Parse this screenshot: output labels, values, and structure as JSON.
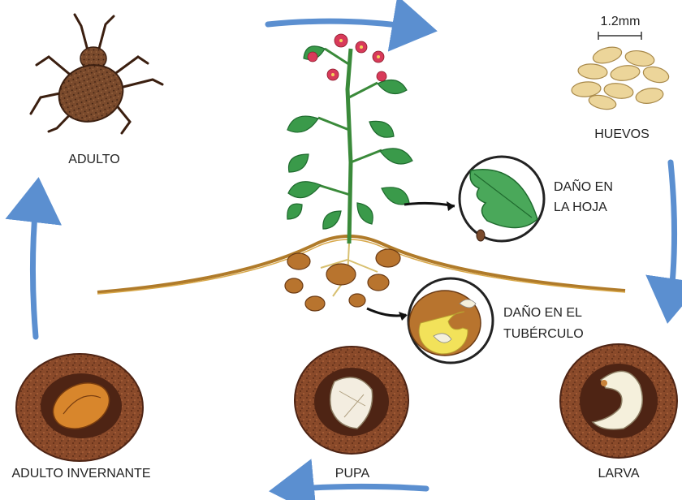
{
  "labels": {
    "adult": "ADULTO",
    "eggs": "HUEVOS",
    "egg_scale": "1.2mm",
    "leaf_damage_line1": "DAÑO EN",
    "leaf_damage_line2": "LA HOJA",
    "tuber_damage_line1": "DAÑO EN EL",
    "tuber_damage_line2": "TUBÉRCULO",
    "larva": "LARVA",
    "pupa": "PUPA",
    "overwintering_adult": "ADULTO INVERNANTE"
  },
  "colors": {
    "cycle_arrow": "#5b8fd0",
    "soil_line": "#b07b2a",
    "soil_ball": "#8a4a2a",
    "soil_ball_dark": "#4e2414",
    "beetle": "#7a4a2c",
    "beetle_dark": "#3b1f10",
    "leaf": "#3a9a4a",
    "leaf_dark": "#1f6a2e",
    "flower": "#d83a5a",
    "tuber": "#b8742e",
    "egg": "#ecd59a",
    "larva_body": "#f5f0dc",
    "tuber_flesh": "#f2e25a"
  }
}
